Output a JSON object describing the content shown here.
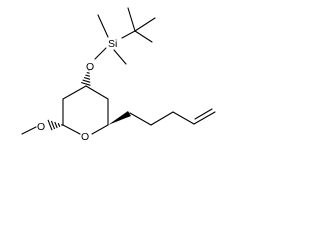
{
  "molecule": {
    "atoms": {
      "silicon": "Si",
      "silyl_ether_oxygen": "O",
      "ring_oxygen": "O",
      "methoxy_oxygen": "O"
    }
  }
}
